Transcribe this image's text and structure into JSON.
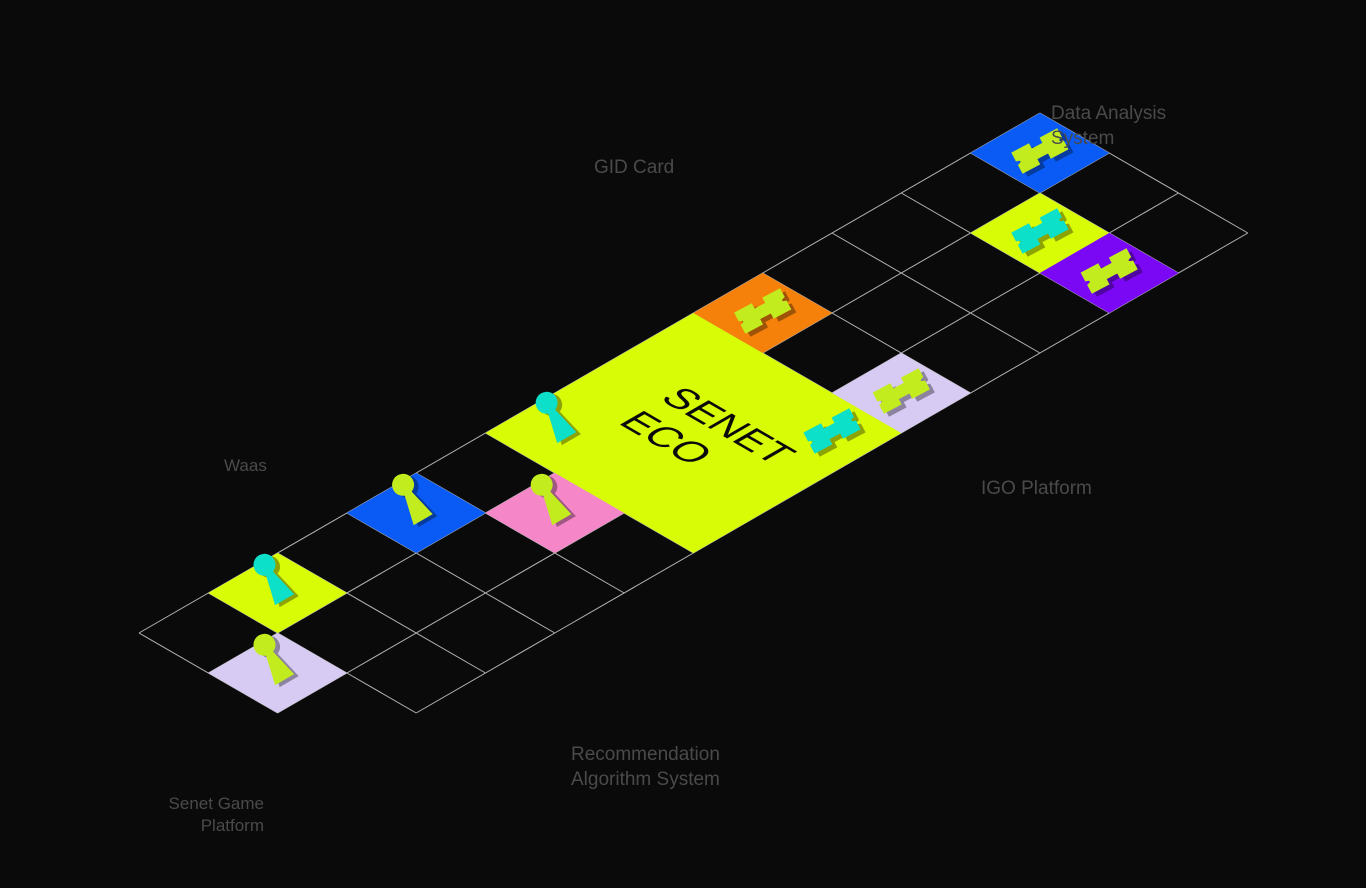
{
  "colors": {
    "background": "#0a0a0a",
    "grid_line": "#b4b4b4",
    "label": "#4a4a4a",
    "lime": "#d8fb06",
    "blue": "#0a5bf5",
    "lavender": "#d7cbf3",
    "pink": "#f587c9",
    "orange": "#f5800a",
    "purple": "#7a08f5",
    "piece_cyan": "#0de0c8",
    "piece_lime": "#c3ec1e",
    "text_dark": "#0a0a0a"
  },
  "center": {
    "line1": "SENET",
    "line2": "ECO"
  },
  "labels": {
    "data_analysis": [
      "Data Analysis",
      "System"
    ],
    "gid_card": [
      "GID Card"
    ],
    "waas": [
      "Waas"
    ],
    "igo_platform": [
      "IGO Platform"
    ],
    "recommendation": [
      "Recommendation",
      "Algorithm System"
    ],
    "senet_game": [
      "Senet Game",
      "Platform"
    ]
  },
  "tiles": [
    {
      "name": "tile-senet-game-lavender",
      "fill": "lavender",
      "piece": "key",
      "piece_color": "lime"
    },
    {
      "name": "tile-waas-lime",
      "fill": "lime",
      "piece": "key",
      "piece_color": "cyan"
    },
    {
      "name": "tile-waas-blue",
      "fill": "blue",
      "piece": "key",
      "piece_color": "lime"
    },
    {
      "name": "tile-recommendation-pink",
      "fill": "pink",
      "piece": "key",
      "piece_color": "lime"
    },
    {
      "name": "tile-gid-orange",
      "fill": "orange",
      "piece": "bone",
      "piece_color": "lime"
    },
    {
      "name": "tile-igo-lavender",
      "fill": "lavender",
      "piece": "bone",
      "piece_color": "lime"
    },
    {
      "name": "tile-data-blue",
      "fill": "blue",
      "piece": "bone",
      "piece_color": "lime"
    },
    {
      "name": "tile-data-lime",
      "fill": "lime",
      "piece": "bone",
      "piece_color": "cyan"
    },
    {
      "name": "tile-data-purple",
      "fill": "purple",
      "piece": "bone",
      "piece_color": "lime"
    }
  ]
}
